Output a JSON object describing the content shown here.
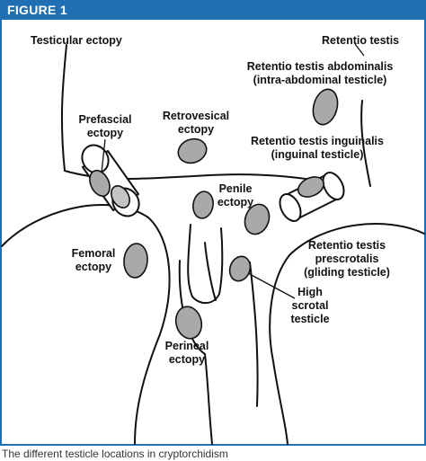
{
  "figure": {
    "header": "FIGURE 1",
    "caption": "The different testicle locations in cryptorchidism"
  },
  "labels": {
    "testicular_ectopy": "Testicular ectopy",
    "retentio_testis": "Retentio testis",
    "abdominalis_1": "Retentio testis abdominalis",
    "abdominalis_2": "(intra-abdominal testicle)",
    "prefascial_1": "Prefascial",
    "prefascial_2": "ectopy",
    "retrovesical_1": "Retrovesical",
    "retrovesical_2": "ectopy",
    "inguinalis_1": "Retentio testis inguinalis",
    "inguinalis_2": "(inguinal testicle)",
    "penile_1": "Penile",
    "penile_2": "ectopy",
    "femoral_1": "Femoral",
    "femoral_2": "ectopy",
    "prescrotalis_1": "Retentio testis",
    "prescrotalis_2": "prescrotalis",
    "prescrotalis_3": "(gliding testicle)",
    "high_scrotal_1": "High",
    "high_scrotal_2": "scrotal",
    "high_scrotal_3": "testicle",
    "perineal_1": "Perineal",
    "perineal_2": "ectopy"
  },
  "colors": {
    "header_bg": "#1f6fb2",
    "testicle_fill": "#a9a9a9",
    "outline": "#111111"
  }
}
